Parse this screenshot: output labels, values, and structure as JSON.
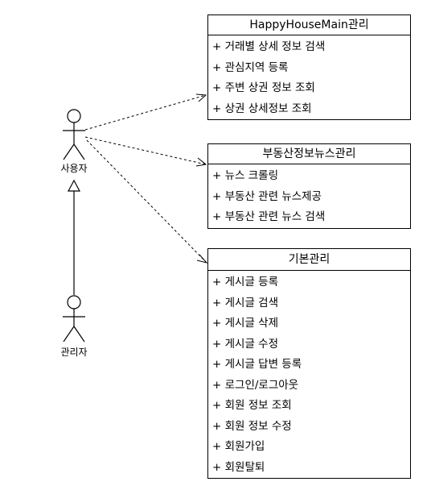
{
  "actors": [
    {
      "id": "user",
      "label": "사용자"
    },
    {
      "id": "admin",
      "label": "관리자"
    }
  ],
  "classes": [
    {
      "id": "main",
      "title": "HappyHouseMain관리",
      "operations": [
        "+ 거래별 상세 정보 검색",
        "+ 관심지역 등록",
        "+ 주변 상권 정보 조회",
        "+ 상권 상세정보 조회"
      ]
    },
    {
      "id": "news",
      "title": "부동산정보뉴스관리",
      "operations": [
        "+ 뉴스 크롤링",
        "+ 부동산 관련 뉴스제공",
        "+ 부동산 관련 뉴스 검색"
      ]
    },
    {
      "id": "basic",
      "title": "기본관리",
      "operations": [
        "+ 게시글 등록",
        "+ 게시글 검색",
        "+ 게시글 삭제",
        "+ 게시글 수정",
        "+ 게시글 답변 등록",
        "+ 로그인/로그아웃",
        "+ 회원 정보 조회",
        "+ 회원 정보 수정",
        "+ 회원가입",
        "+ 회원탈퇴"
      ]
    }
  ]
}
